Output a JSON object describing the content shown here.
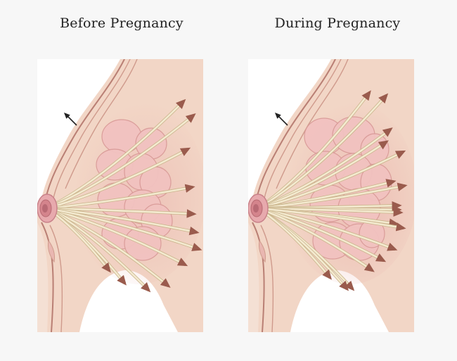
{
  "titles": {
    "left": "Before Pregnancy",
    "right": "During Pregnancy"
  },
  "colors": {
    "page_background": "#f7f7f7",
    "tissue_background": "#f2d6c6",
    "skin_outline": "#b97f74",
    "lobule_fill": "#f2c2c0",
    "lobule_edge": "#d99b98",
    "duct_fill": "#f4ead0",
    "duct_edge": "#c9b48b",
    "arrow_head": "#9a5b4d",
    "nipple": "#c9828a"
  },
  "panels": [
    {
      "id": "left",
      "state": "before",
      "lobule_count": 10,
      "duct_count": 12
    },
    {
      "id": "right",
      "state": "during",
      "lobule_count": 11,
      "duct_count": 18
    }
  ]
}
